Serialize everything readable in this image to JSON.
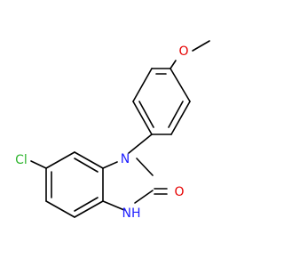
{
  "molecule": {
    "atoms": {
      "cl": {
        "text": "Cl",
        "color": "#2fb52f"
      },
      "n1": {
        "text": "N",
        "color": "#2020ff"
      },
      "n3": {
        "text": "NH",
        "color": "#2020ff"
      },
      "o_carbonyl": {
        "text": "O",
        "color": "#e60000"
      },
      "o_methoxy": {
        "text": "O",
        "color": "#e60000"
      }
    }
  }
}
